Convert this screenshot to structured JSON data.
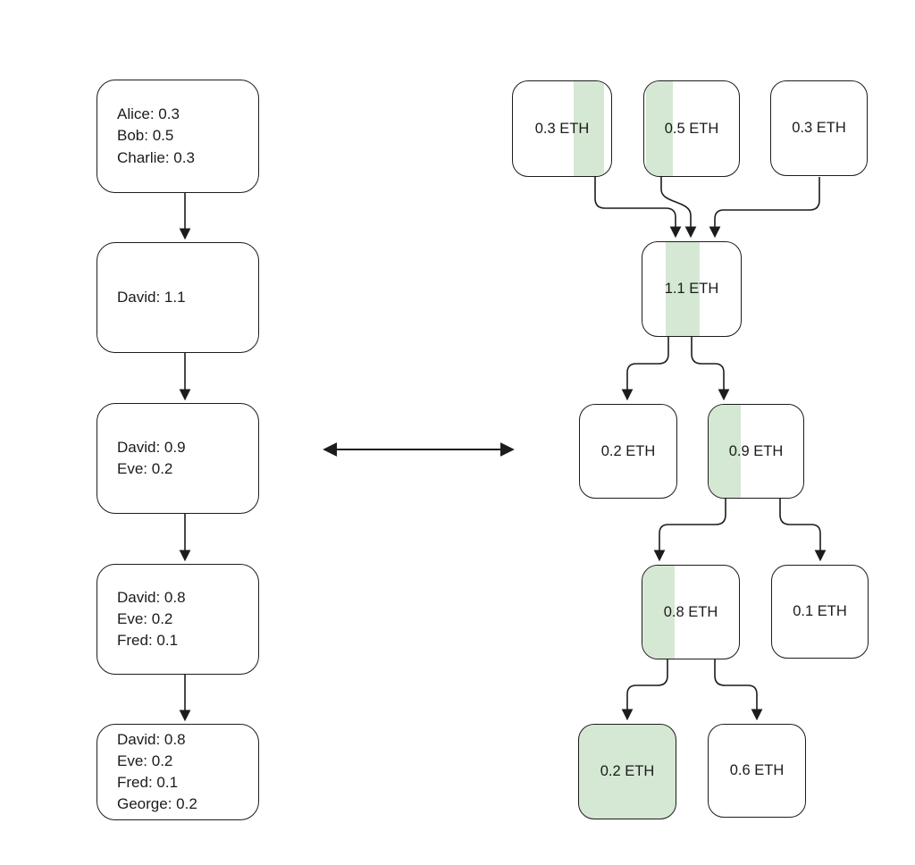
{
  "diagram": {
    "description": "Account balance model vs UTXO transaction graph in ETH",
    "colors": {
      "highlight_green": "#d5e8d4",
      "stroke": "#1c1c1c",
      "text": "#1b1b1b",
      "background": "#ffffff"
    },
    "equivalence_arrow": "double-headed-horizontal",
    "left_flow": {
      "nodes": [
        {
          "id": "state-1",
          "label": "Alice: 0.3\nBob: 0.5\nCharlie: 0.3"
        },
        {
          "id": "state-2",
          "label": "David: 1.1"
        },
        {
          "id": "state-3",
          "label": "David: 0.9\nEve: 0.2"
        },
        {
          "id": "state-4",
          "label": "David: 0.8\nEve: 0.2\nFred: 0.1"
        },
        {
          "id": "state-5",
          "label": "David: 0.8\nEve: 0.2\nFred: 0.1\nGeorge: 0.2"
        }
      ],
      "edges": [
        {
          "from": "state-1",
          "to": "state-2"
        },
        {
          "from": "state-2",
          "to": "state-3"
        },
        {
          "from": "state-3",
          "to": "state-4"
        },
        {
          "from": "state-4",
          "to": "state-5"
        }
      ]
    },
    "right_graph": {
      "nodes": [
        {
          "id": "in1",
          "label": "0.3 ETH",
          "highlight": "right-band"
        },
        {
          "id": "in2",
          "label": "0.5 ETH",
          "highlight": "left-band"
        },
        {
          "id": "in3",
          "label": "0.3 ETH",
          "highlight": "none"
        },
        {
          "id": "tx",
          "label": "1.1 ETH",
          "highlight": "center-band"
        },
        {
          "id": "out1",
          "label": "0.2 ETH",
          "highlight": "none"
        },
        {
          "id": "out2",
          "label": "0.9 ETH",
          "highlight": "left-band"
        },
        {
          "id": "out3",
          "label": "0.8 ETH",
          "highlight": "left-band"
        },
        {
          "id": "out4",
          "label": "0.1 ETH",
          "highlight": "none"
        },
        {
          "id": "out5",
          "label": "0.2 ETH",
          "highlight": "full"
        },
        {
          "id": "out6",
          "label": "0.6 ETH",
          "highlight": "none"
        }
      ],
      "edges": [
        {
          "from": "in1",
          "to": "tx"
        },
        {
          "from": "in2",
          "to": "tx"
        },
        {
          "from": "in3",
          "to": "tx"
        },
        {
          "from": "tx",
          "to": "out1"
        },
        {
          "from": "tx",
          "to": "out2"
        },
        {
          "from": "out2",
          "to": "out3"
        },
        {
          "from": "out2",
          "to": "out4"
        },
        {
          "from": "out3",
          "to": "out5"
        },
        {
          "from": "out3",
          "to": "out6"
        }
      ]
    }
  }
}
